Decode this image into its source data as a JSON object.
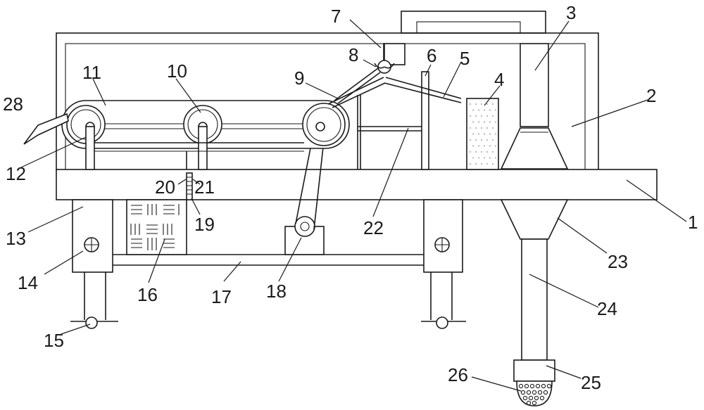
{
  "labels": {
    "n1": "1",
    "n2": "2",
    "n3": "3",
    "n4": "4",
    "n5": "5",
    "n6": "6",
    "n7": "7",
    "n8": "8",
    "n9": "9",
    "n10": "10",
    "n11": "11",
    "n12": "12",
    "n13": "13",
    "n14": "14",
    "n15": "15",
    "n16": "16",
    "n17": "17",
    "n18": "18",
    "n19": "19",
    "n20": "20",
    "n21": "21",
    "n22": "22",
    "n23": "23",
    "n24": "24",
    "n25": "25",
    "n26": "26",
    "n28": "28"
  },
  "colors": {
    "line": "#1a1a1a",
    "background": "#ffffff",
    "speckle": "#8a8a8a"
  }
}
